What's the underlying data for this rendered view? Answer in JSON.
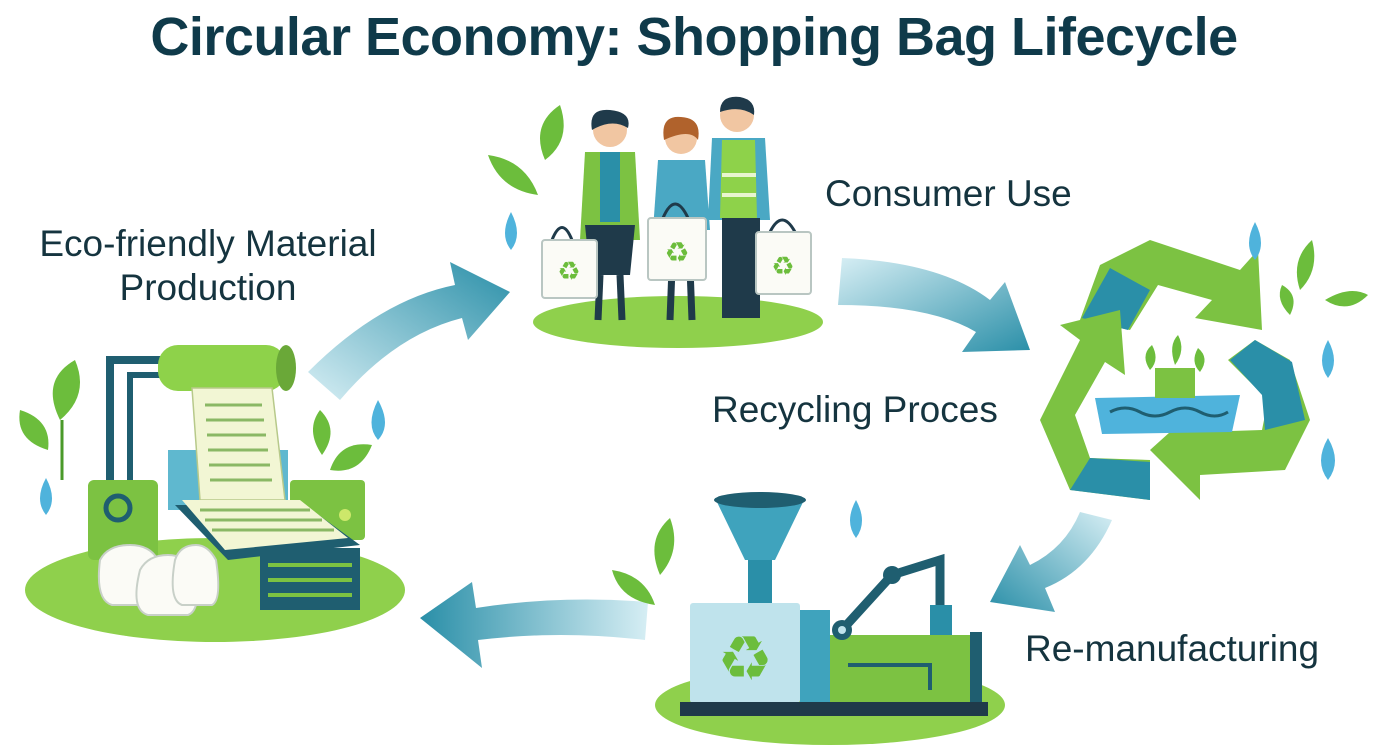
{
  "title": "Circular Economy: Shopping Bag Lifecycle",
  "stages": {
    "production": "Eco-friendly Material Production",
    "consumer": "Consumer Use",
    "recycling": "Recycling Proces",
    "remanufacturing": "Re-manufacturing"
  },
  "colors": {
    "title": "#0f3a4a",
    "green": "#7cc242",
    "teal": "#2a8fa8",
    "light_teal": "#9fd6e4",
    "water": "#4fb3dc"
  },
  "icons": [
    "recycle-icon",
    "leaf-icon",
    "water-drop-icon",
    "factory-machine-icon",
    "people-icon",
    "shopping-bag-icon"
  ]
}
